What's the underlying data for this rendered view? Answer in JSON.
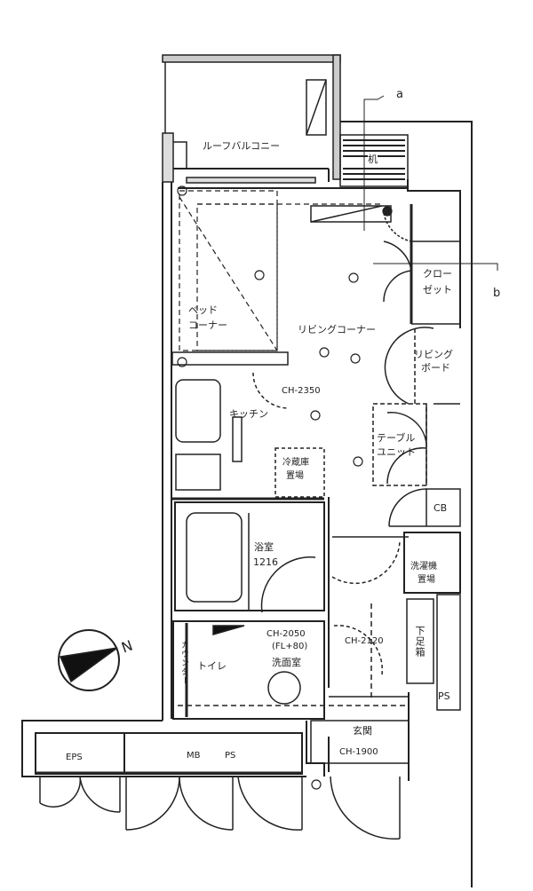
{
  "rooms": {
    "roof_balcony": "ルーフバルコニー",
    "desk": "机",
    "bed_corner_1": "ベッド",
    "bed_corner_2": "コーナー",
    "living_corner": "リビングコーナー",
    "closet_1": "クロー",
    "closet_2": "ゼット",
    "living_board_1": "リビング",
    "living_board_2": "ボード",
    "ceiling_living": "CH-2350",
    "kitchen": "キッチン",
    "fridge_1": "冷蔵庫",
    "fridge_2": "置場",
    "table_unit_1": "テーブル",
    "table_unit_2": "ユニット",
    "cb": "CB",
    "bathroom": "浴室",
    "bath_size": "1216",
    "washer_1": "洗濯機",
    "washer_2": "置場",
    "ceiling_wash": "CH-2050",
    "floor_wash": "(FL+80)",
    "washroom": "洗面室",
    "toilet": "トイレ",
    "counter": "カウンター",
    "ceiling_hall": "CH-2120",
    "shoe_box": "下足箱",
    "ps_right": "PS",
    "entrance": "玄関",
    "ceiling_entrance": "CH-1900",
    "eps": "EPS",
    "mb": "MB",
    "ps_bottom": "PS"
  },
  "markers": {
    "section_a": "a",
    "section_b": "b",
    "north": "N"
  }
}
